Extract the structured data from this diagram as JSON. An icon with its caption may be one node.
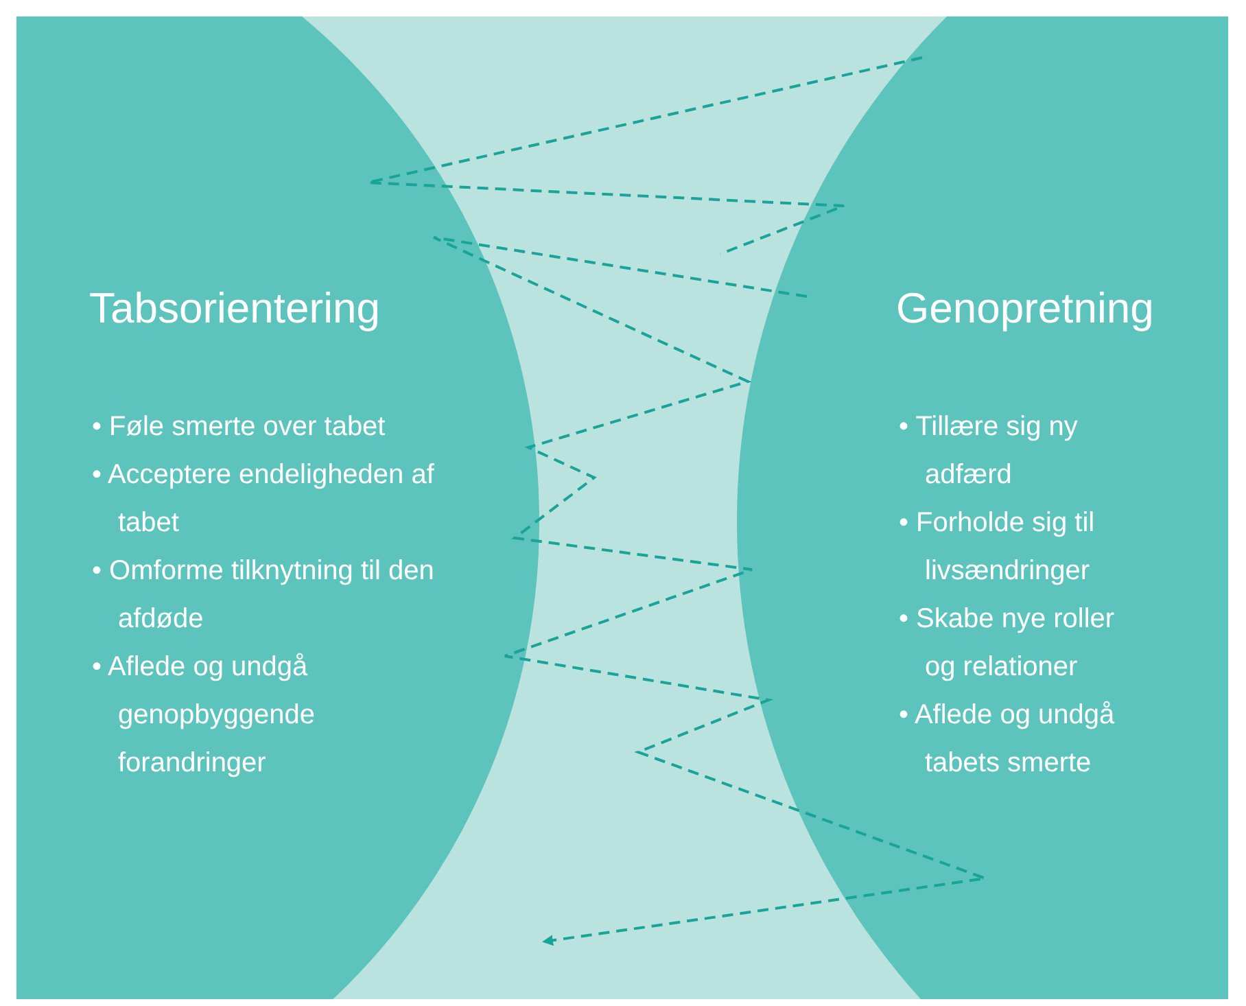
{
  "diagram": {
    "nodes": [
      {
        "text": [
          "Tabsorientering",
          "• Føle smerte over tabet",
          "• Acceptere endeligheden af tabet",
          "• Omforme tilknytning til den afdøde",
          "• Aflede og undgå genopbyggende forandringer"
        ]
      },
      {
        "text": [
          "Genopretning",
          "• Tillære sig ny adfærd",
          "• Forholde sig til livsændringer",
          "• Skabe nye roller og relationer",
          "• Aflede og undgå tabets smerte"
        ]
      }
    ],
    "edges": []
  }
}
